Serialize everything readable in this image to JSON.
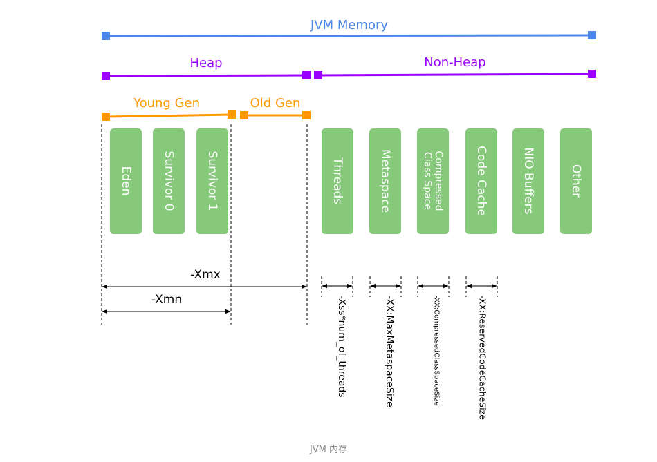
{
  "title": "JVM Memory",
  "heap": "Heap",
  "non_heap": "Non-Heap",
  "young_gen": "Young Gen",
  "old_gen": "Old Gen",
  "blocks": {
    "eden": "Eden",
    "survivor0": "Survivor 0",
    "survivor1": "Survivor 1",
    "threads": "Threads",
    "metaspace": "Metaspace",
    "compressed_line1": "Compressed",
    "compressed_line2": "Class Space",
    "code_cache": "Code Cache",
    "nio_buffers": "NIO Buffers",
    "other": "Other"
  },
  "params": {
    "xmx": "-Xmx",
    "xmn": "-Xmn",
    "xss": "-Xss*num_of_threads",
    "metaspace": "-XX:MaxMetaspaceSize",
    "compressed": "-XX:CompressedClassSpaceSize",
    "code_cache": "-XX:ReservedCodeCacheSize"
  },
  "caption": "JVM 内存",
  "colors": {
    "jvm_blue": "#4a86e8",
    "heap_purple": "#9900ff",
    "gen_orange": "#ff9900",
    "block_green": "#86c97a",
    "block_text": "#ffffff"
  }
}
